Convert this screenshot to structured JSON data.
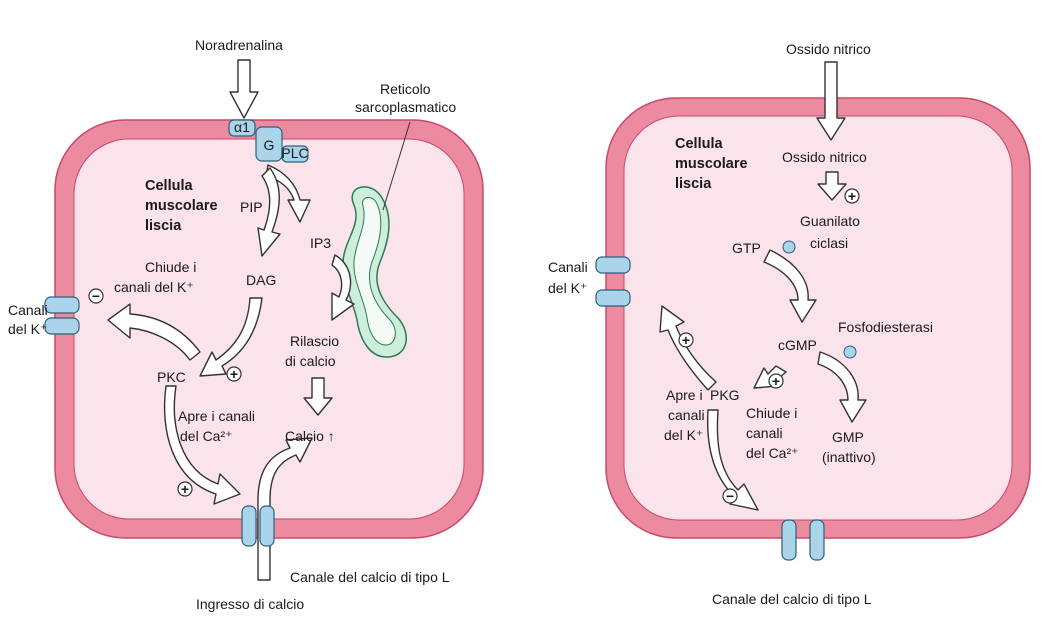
{
  "left": {
    "top_label": "Noradrenalina",
    "reticulum_label": [
      "Reticolo",
      "sarcoplasmatico"
    ],
    "cell_label": [
      "Cellula",
      "muscolare",
      "liscia"
    ],
    "receptor_alpha": "α1",
    "g_protein": "G",
    "plc": "PLC",
    "pip": "PIP",
    "ip3": "IP3",
    "dag": "DAG",
    "chiude_k": [
      "Chiude i",
      "canali del K⁺"
    ],
    "canali_k": [
      "Canali",
      "del K⁺"
    ],
    "rilascio": [
      "Rilascio",
      "di calcio"
    ],
    "pkc": "PKC",
    "apre_ca": [
      "Apre i canali",
      "del Ca²⁺"
    ],
    "calcio": "Calcio ↑",
    "canale_l": "Canale del calcio di tipo L",
    "ingresso": "Ingresso di calcio",
    "minus": "−",
    "plus": "+"
  },
  "right": {
    "top_label": "Ossido nitrico",
    "cell_label": [
      "Cellula",
      "muscolare",
      "liscia"
    ],
    "no_inside": "Ossido nitrico",
    "guanilato": [
      "Guanilato",
      "ciclasi"
    ],
    "gtp": "GTP",
    "canali_k": [
      "Canali",
      "del K⁺"
    ],
    "cgmp": "cGMP",
    "fosfodiesterasi": "Fosfodiesterasi",
    "apre_k": [
      "Apre i",
      "canali",
      "del K⁺"
    ],
    "pkg": "PKG",
    "chiude_ca": [
      "Chiude i",
      "canali",
      "del Ca²⁺"
    ],
    "gmp": [
      "GMP",
      "(inattivo)"
    ],
    "canale_l": "Canale del calcio di tipo L",
    "minus": "−",
    "plus": "+"
  },
  "colors": {
    "membrane": "#ec8aa0",
    "membrane_edge": "#c9486a",
    "cytoplasm": "#fbe3ec",
    "channel": "#a9d4ea",
    "reticulum": "#bfe9d4",
    "arrow_fill": "#ffffff"
  },
  "icons": [
    "receptor-alpha1-icon",
    "g-protein-icon",
    "plc-icon",
    "k-channel-icon",
    "ca-channel-icon",
    "enzyme-dot-icon",
    "sarcoplasmic-reticulum-icon"
  ]
}
